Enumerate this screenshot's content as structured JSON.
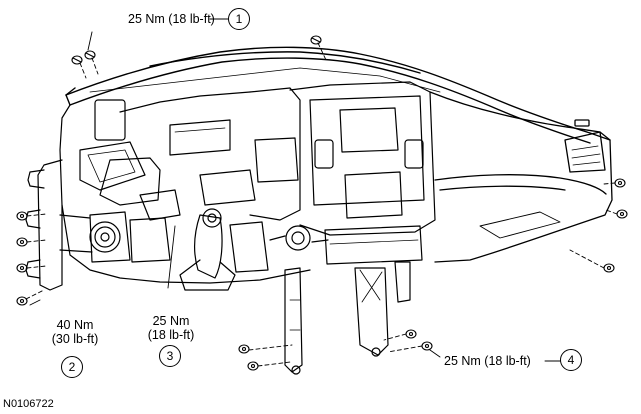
{
  "callouts": [
    {
      "number": "1",
      "torque": "25 Nm (18 lb-ft)"
    },
    {
      "number": "2",
      "torque_line1": "40 Nm",
      "torque_line2": "(30 lb-ft)"
    },
    {
      "number": "3",
      "torque_line1": "25 Nm",
      "torque_line2": "(18 lb-ft)"
    },
    {
      "number": "4",
      "torque": "25 Nm (18 lb-ft)"
    }
  ],
  "figure_id": "N0106722"
}
